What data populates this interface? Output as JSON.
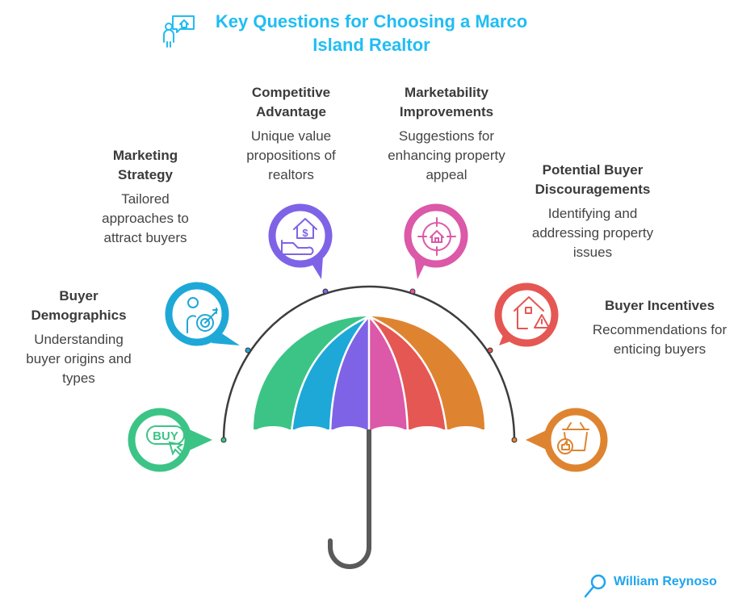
{
  "title": "Key Questions for Choosing a Marco Island Realtor",
  "items": [
    {
      "heading": "Buyer Demographics",
      "description": "Understanding buyer origins and types",
      "icon": "buy-click-icon",
      "color": "#3cc486"
    },
    {
      "heading": "Marketing Strategy",
      "description": "Tailored approaches to attract buyers",
      "icon": "person-target-icon",
      "color": "#1ea8d8"
    },
    {
      "heading": "Competitive Advantage",
      "description": "Unique value propositions of realtors",
      "icon": "house-dollar-hand-icon",
      "color": "#7f63e6"
    },
    {
      "heading": "Marketability Improvements",
      "description": "Suggestions for enhancing property appeal",
      "icon": "house-crosshair-icon",
      "color": "#dc58a8"
    },
    {
      "heading": "Potential Buyer Discouragements",
      "description": "Identifying and addressing property issues",
      "icon": "house-warning-icon",
      "color": "#e55753"
    },
    {
      "heading": "Buyer Incentives",
      "description": "Recommendations for enticing buyers",
      "icon": "basket-thumbs-up-icon",
      "color": "#de8430"
    }
  ],
  "footer": {
    "author": "William Reynoso"
  }
}
